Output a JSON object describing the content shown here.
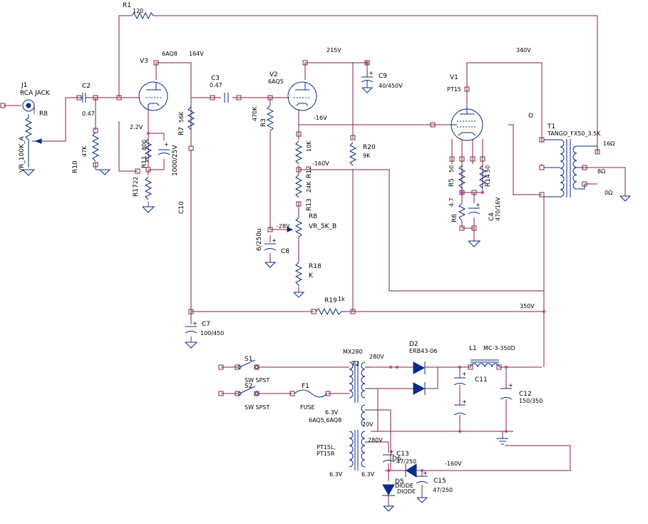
{
  "components": {
    "R1": {
      "ref": "R1",
      "value": "120"
    },
    "J1": {
      "ref": "J1",
      "value": "RCA JACK"
    },
    "R8a": {
      "ref": "R8",
      "value": "VR_100K_A"
    },
    "C2": {
      "ref": "C2",
      "value": "0.47"
    },
    "R10": {
      "ref": "R10",
      "value": "47K"
    },
    "V3": {
      "ref": "V3",
      "value": "6AQ8"
    },
    "R11": {
      "ref": "R11",
      "value": "800"
    },
    "R17": {
      "ref": "R17",
      "value": "22"
    },
    "C_k3": {
      "value": "1000/25V"
    },
    "R7": {
      "ref": "R7",
      "value": "56K"
    },
    "C10": {
      "ref": "C10"
    },
    "C3": {
      "ref": "C3",
      "value": "0.47"
    },
    "V2": {
      "ref": "V2",
      "value": "6AQ5"
    },
    "R3": {
      "ref": "R3",
      "value": "470K"
    },
    "C9": {
      "ref": "C9",
      "value": "40/450V"
    },
    "R_10k": {
      "value": "10K"
    },
    "R12": {
      "ref": "R12",
      "value": "24K"
    },
    "R13": {
      "ref": "R13"
    },
    "R8b": {
      "ref": "R8",
      "value": "VR_5K_B"
    },
    "C8": {
      "ref": "C8",
      "value": "6/250u"
    },
    "R18": {
      "ref": "R18",
      "value": "K"
    },
    "R20": {
      "ref": "R20",
      "value": "9K"
    },
    "R19": {
      "ref": "R19",
      "value": "1k"
    },
    "C7": {
      "ref": "C7",
      "value": "100/450"
    },
    "V1": {
      "ref": "V1",
      "value": "PT15"
    },
    "R5": {
      "ref": "R5",
      "value": "50"
    },
    "R14": {
      "ref": "R14",
      "value": "50"
    },
    "R6": {
      "ref": "R6",
      "value": "4.7"
    },
    "C4": {
      "ref": "C4",
      "value": "470/16V"
    },
    "T1": {
      "ref": "T1",
      "value": "TANGO_FX50_3.5K"
    },
    "S1": {
      "ref": "S1",
      "value": "SW SPST"
    },
    "S2": {
      "ref": "S2",
      "value": "SW SPST"
    },
    "F1": {
      "ref": "F1",
      "value": "FUSE"
    },
    "T2": {
      "ref": "T2",
      "value": "MX280"
    },
    "D2": {
      "ref": "D2",
      "value": "ERB43-06"
    },
    "L1": {
      "ref": "L1",
      "value": "MC-3-350D"
    },
    "C11": {
      "ref": "C11"
    },
    "C12": {
      "ref": "C12",
      "value": "150/350"
    },
    "C13": {
      "ref": "C13",
      "value": "47/250"
    },
    "D6": {
      "ref": "D6",
      "value": "DIODE"
    },
    "D5": {
      "ref": "D5",
      "value": "DIODE"
    },
    "C15": {
      "ref": "C15",
      "value": "47/250"
    }
  },
  "voltages": {
    "v164": "164V",
    "v215": "215V",
    "v340": "340V",
    "v22": "2.2V",
    "v_16": "-16V",
    "v_160a": "-160V",
    "v_28": "-28V",
    "v350": "350V",
    "v280a": "280V",
    "v70": "70V",
    "v280b": "280V",
    "v_160b": "-160V"
  },
  "labels": {
    "o": "O",
    "tap16": "16Ω",
    "tap8": "8Ω",
    "tap0": "0Ω",
    "fil1": "6.3V",
    "fil1b": "6AQ5,6AQ8",
    "fil2": "PT15L,",
    "fil2b": "PT15R",
    "fil3": "6.3V",
    "fil4": "6.3V"
  }
}
